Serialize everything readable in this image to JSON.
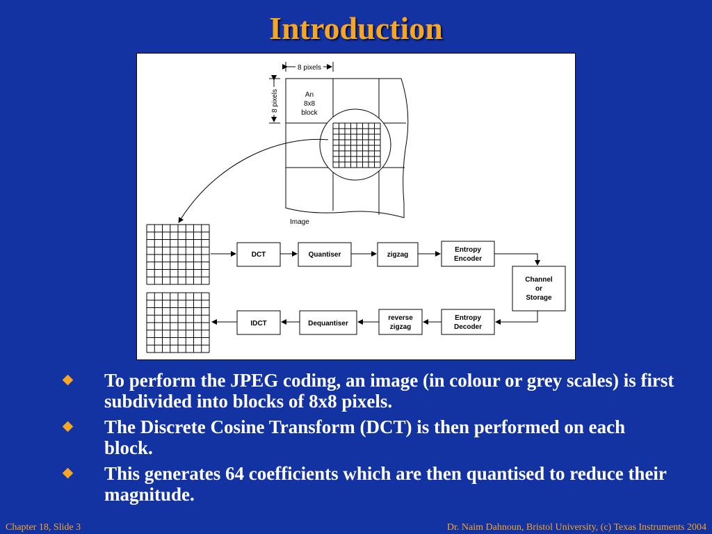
{
  "slide": {
    "title": "Introduction",
    "bullets": [
      "To perform the JPEG coding, an image (in colour or grey scales) is first subdivided into blocks of 8x8 pixels.",
      "The Discrete Cosine Transform (DCT) is then performed on each block.",
      "This generates 64 coefficients which are then quantised to reduce their magnitude."
    ],
    "bullet_icon": "orange-diamond"
  },
  "diagram": {
    "pixels_label_h": "8 pixels",
    "pixels_label_v": "8 pixels",
    "block_label": [
      "An",
      "8x8",
      "block"
    ],
    "image_label": "Image",
    "encoder_boxes": {
      "dct": "DCT",
      "quantiser": "Quantiser",
      "zigzag": "zigzag",
      "entropy_encoder": [
        "Entropy",
        "Encoder"
      ]
    },
    "channel_box": [
      "Channel",
      "or",
      "Storage"
    ],
    "decoder_boxes": {
      "idct": "IDCT",
      "dequantiser": "Dequantiser",
      "reverse_zigzag": [
        "reverse",
        "zigzag"
      ],
      "entropy_decoder": [
        "Entropy",
        "Decoder"
      ]
    }
  },
  "footer": {
    "left": "Chapter 18, Slide 3",
    "right": "Dr. Naim Dahnoun, Bristol University,  (c) Texas Instruments 2004"
  },
  "colors": {
    "background": "#1433a3",
    "accent": "#f5a623",
    "text": "#ffffff"
  }
}
